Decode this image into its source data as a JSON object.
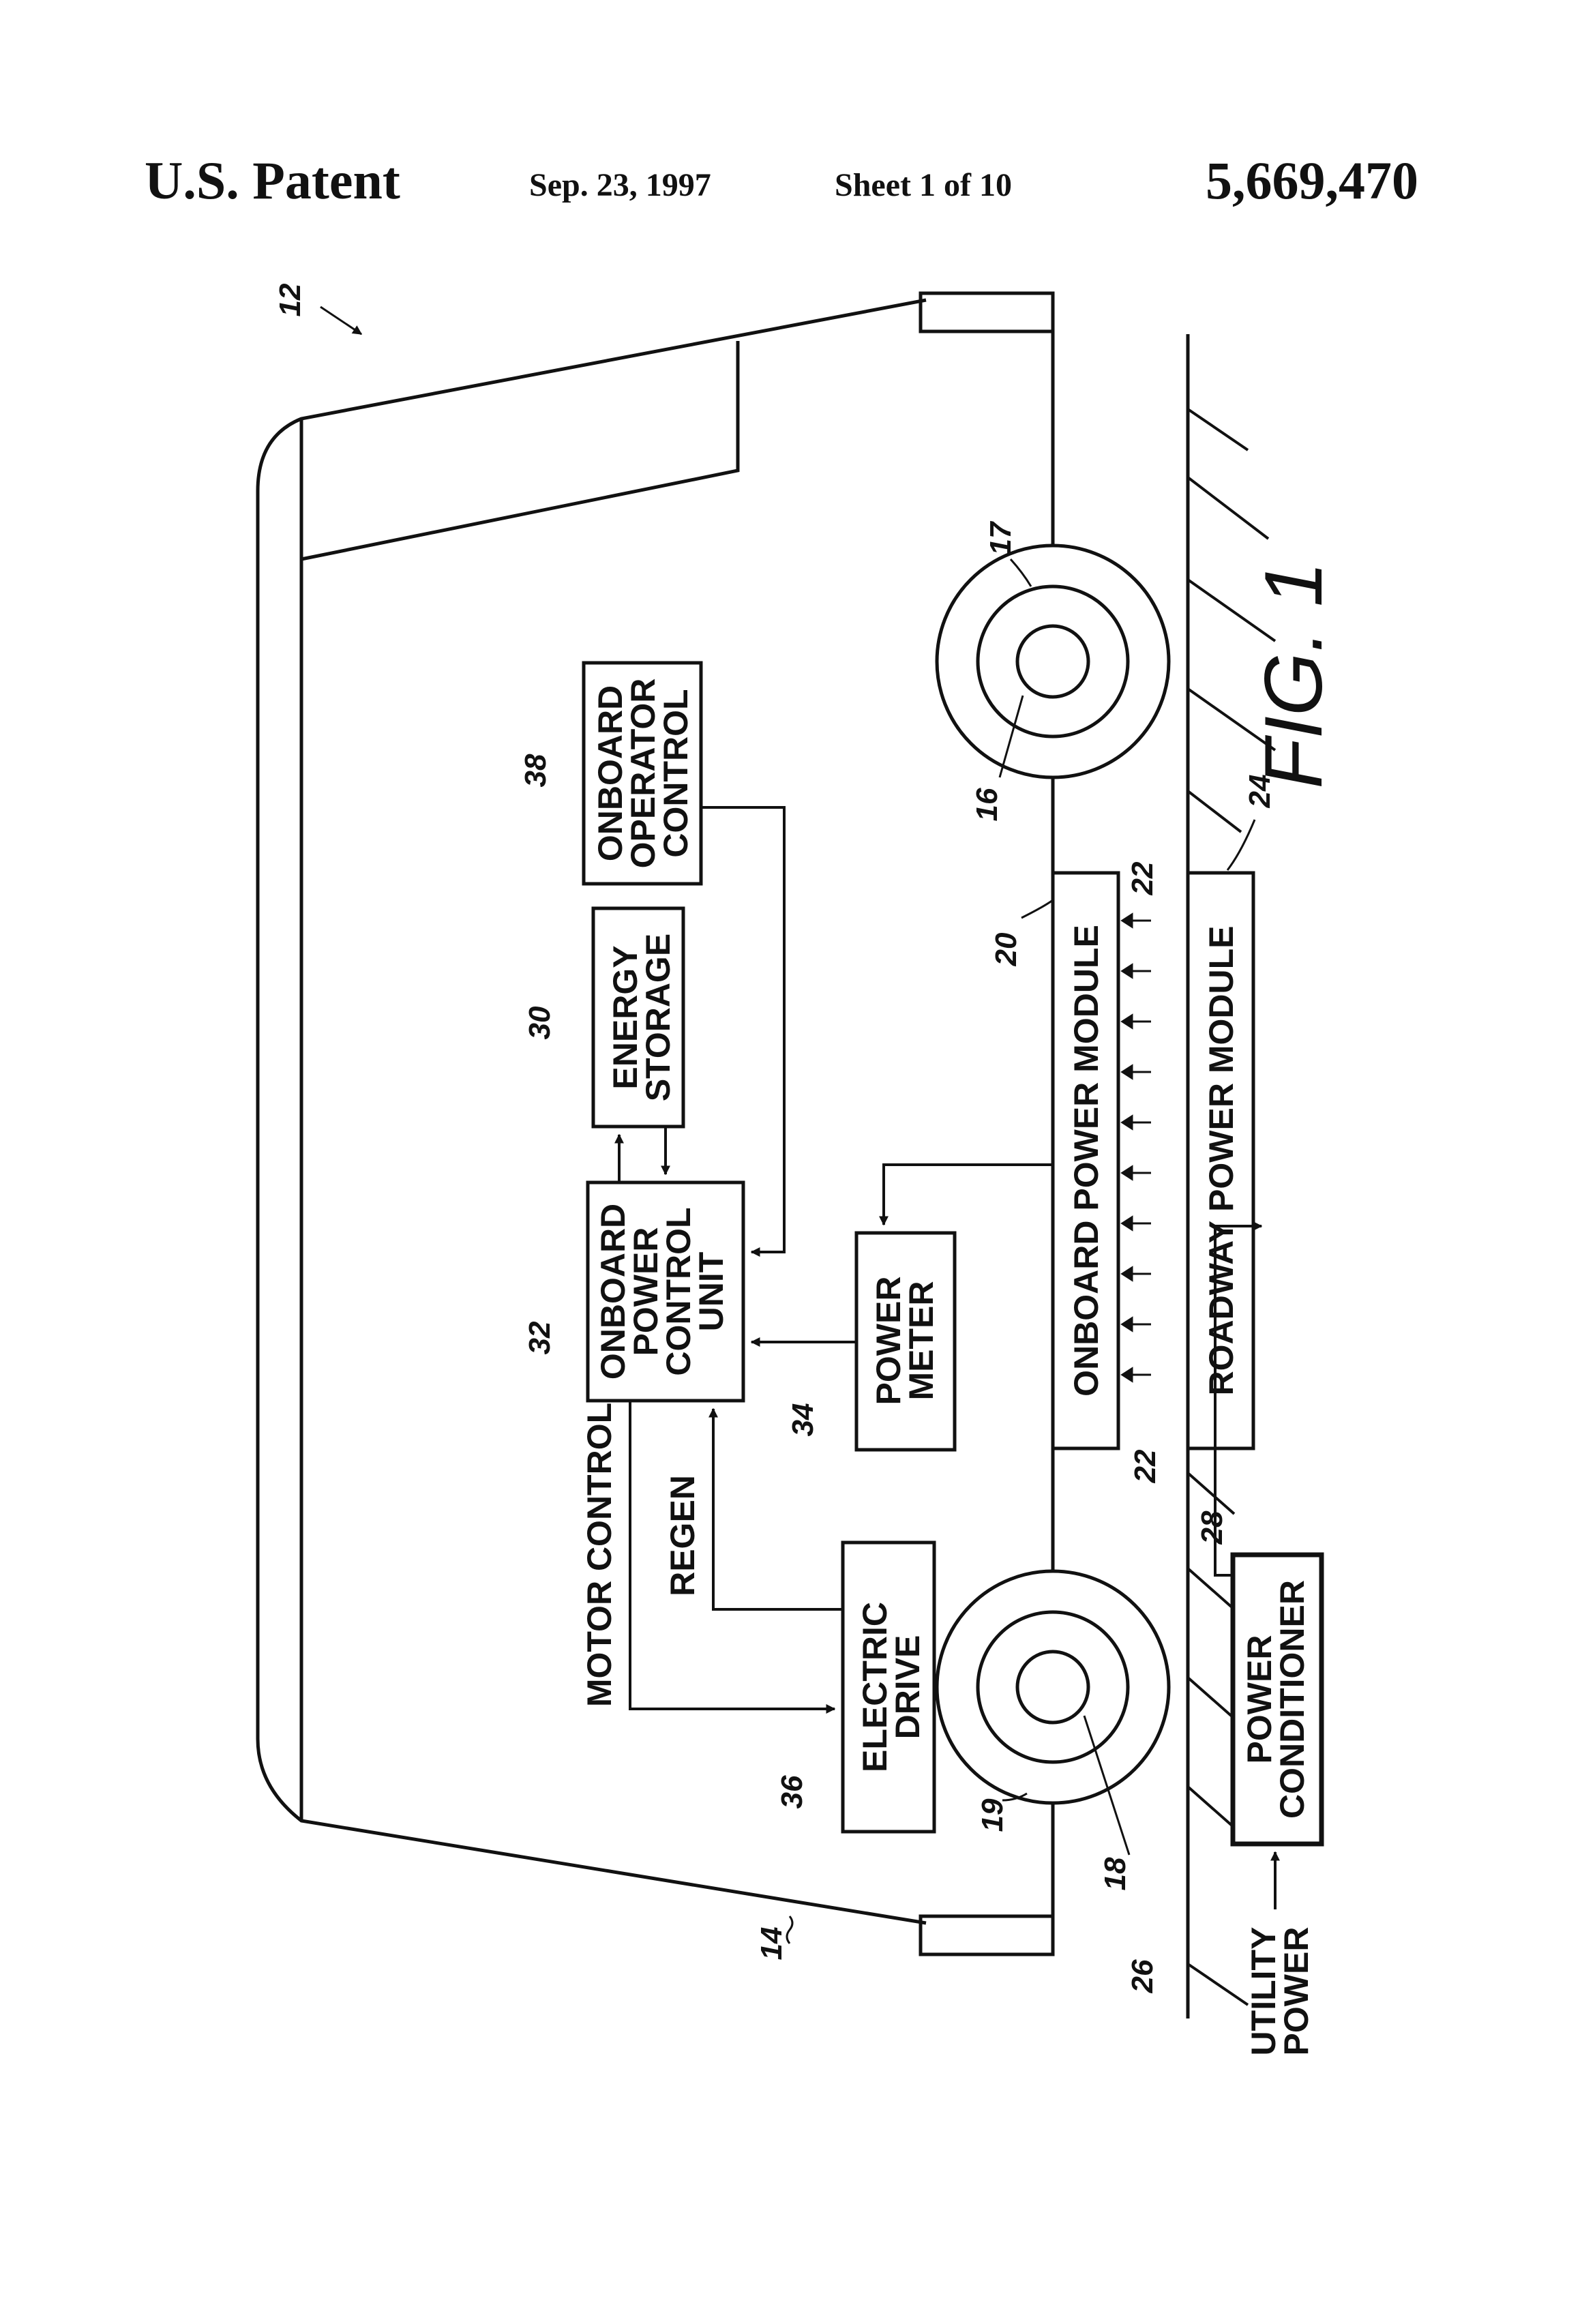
{
  "header": {
    "title": "U.S. Patent",
    "date": "Sep. 23, 1997",
    "sheet": "Sheet 1 of 10",
    "patent_number": "5,669,470"
  },
  "figure_label": "FIG. 1",
  "blocks": {
    "operator_control": [
      "ONBOARD",
      "OPERATOR",
      "CONTROL"
    ],
    "energy_storage": [
      "ENERGY",
      "STORAGE"
    ],
    "power_control_unit": [
      "ONBOARD",
      "POWER",
      "CONTROL",
      "UNIT"
    ],
    "power_meter": [
      "POWER",
      "METER"
    ],
    "electric_drive": [
      "ELECTRIC",
      "DRIVE"
    ],
    "onboard_power_module": "ONBOARD POWER MODULE",
    "roadway_power_module": "ROADWAY POWER MODULE",
    "power_conditioner": [
      "POWER",
      "CONDITIONER"
    ]
  },
  "signals": {
    "motor_control": "MOTOR CONTROL",
    "regen": "REGEN",
    "utility_power": [
      "UTILITY",
      "POWER"
    ]
  },
  "refs": {
    "vehicle": "12",
    "body": "14",
    "rear_axle": "16",
    "rear_wheel": "17",
    "front_axle": "18",
    "front_wheel": "19",
    "onboard_module": "20",
    "flux_top": "22",
    "flux_bottom": "22",
    "roadway_module": "24",
    "utility_line": "26",
    "conditioner": "28",
    "energy_storage": "30",
    "control_unit": "32",
    "power_meter": "34",
    "electric_drive": "36",
    "operator_control": "38"
  }
}
